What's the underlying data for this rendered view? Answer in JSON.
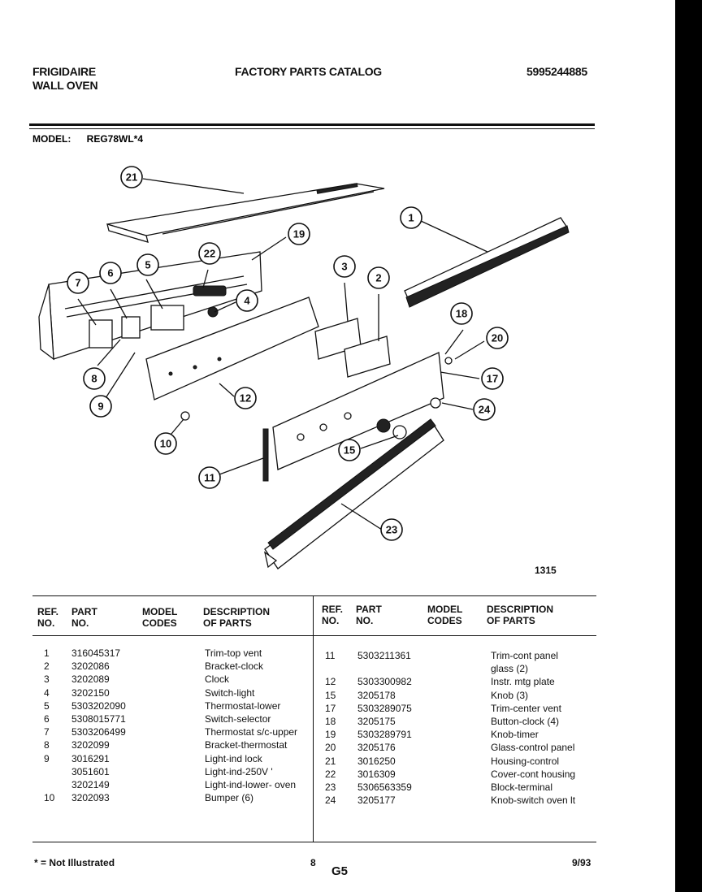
{
  "header": {
    "brand": "FRIGIDAIRE",
    "product": "WALL OVEN",
    "title": "FACTORY PARTS CATALOG",
    "catalog_number": "5995244885"
  },
  "model": {
    "label": "MODEL:",
    "value": "REG78WL*4"
  },
  "diagram": {
    "figure_number": "1315",
    "callouts": [
      "1",
      "2",
      "3",
      "4",
      "5",
      "6",
      "7",
      "8",
      "9",
      "10",
      "11",
      "12",
      "15",
      "17",
      "18",
      "19",
      "20",
      "21",
      "22",
      "23",
      "24"
    ]
  },
  "table": {
    "headers": {
      "ref": "REF.",
      "no": "NO.",
      "part": "PART",
      "part_no": "NO.",
      "model": "MODEL",
      "codes": "CODES",
      "description": "DESCRIPTION",
      "of_parts": "OF PARTS"
    },
    "left": [
      {
        "ref": "1",
        "part": "316045317",
        "desc": "Trim-top vent"
      },
      {
        "ref": "2",
        "part": "3202086",
        "desc": "Bracket-clock"
      },
      {
        "ref": "3",
        "part": "3202089",
        "desc": "Clock"
      },
      {
        "ref": "4",
        "part": "3202150",
        "desc": "Switch-light"
      },
      {
        "ref": "5",
        "part": "5303202090",
        "desc": "Thermostat-lower"
      },
      {
        "ref": "6",
        "part": "5308015771",
        "desc": "Switch-selector"
      },
      {
        "ref": "7",
        "part": "5303206499",
        "desc": "Thermostat s/c-upper"
      },
      {
        "ref": "8",
        "part": "3202099",
        "desc": "Bracket-thermostat"
      },
      {
        "ref": "9",
        "part": "3016291",
        "desc": "Light-ind lock"
      },
      {
        "ref": "",
        "part": "3051601",
        "desc": "Light-ind-250V '"
      },
      {
        "ref": "",
        "part": "3202149",
        "desc": "Light-ind-lower- oven"
      },
      {
        "ref": "10",
        "part": "3202093",
        "desc": "Bumper (6)"
      }
    ],
    "right": [
      {
        "ref": "11",
        "part": "5303211361",
        "desc": "Trim-cont panel"
      },
      {
        "ref": "",
        "part": "",
        "desc": "glass (2)"
      },
      {
        "ref": "12",
        "part": "5303300982",
        "desc": "Instr. mtg plate"
      },
      {
        "ref": "15",
        "part": "3205178",
        "desc": "Knob (3)"
      },
      {
        "ref": "17",
        "part": "5303289075",
        "desc": "Trim-center vent"
      },
      {
        "ref": "18",
        "part": "3205175",
        "desc": "Button-clock (4)"
      },
      {
        "ref": "19",
        "part": "5303289791",
        "desc": "Knob-timer"
      },
      {
        "ref": "20",
        "part": "3205176",
        "desc": "Glass-control panel"
      },
      {
        "ref": "21",
        "part": "3016250",
        "desc": "Housing-control"
      },
      {
        "ref": "22",
        "part": "3016309",
        "desc": "Cover-cont housing"
      },
      {
        "ref": "23",
        "part": "5306563359",
        "desc": "Block-terminal"
      },
      {
        "ref": "24",
        "part": "3205177",
        "desc": "Knob-switch oven lt"
      }
    ]
  },
  "footer": {
    "note": "* = Not Illustrated",
    "page": "8",
    "section": "G5",
    "date": "9/93"
  }
}
